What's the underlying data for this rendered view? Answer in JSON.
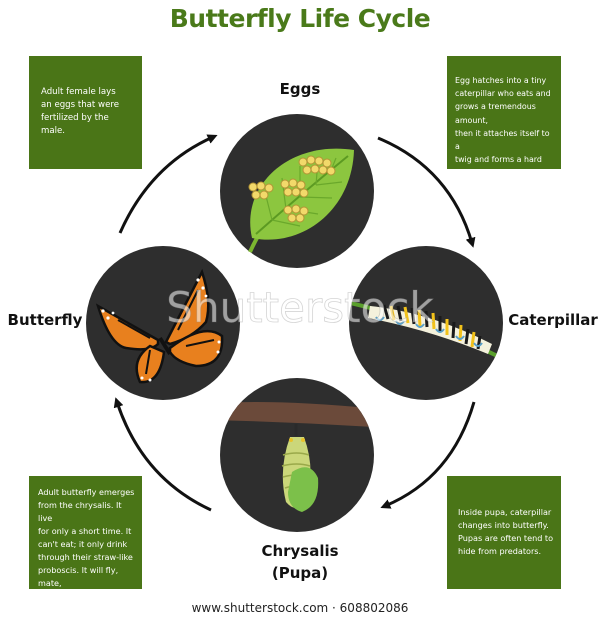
{
  "title": "Butterfly Life Cycle",
  "stages": {
    "eggs": "Eggs",
    "caterpillar": "Caterpillar",
    "chrysalis": "Chrysalis",
    "pupa": "(Pupa)",
    "butterfly": "Butterfly"
  },
  "descriptions": {
    "eggs": "Adult female lays\nan eggs that were\nfertilized by the\nmale.",
    "caterpillar": "Egg hatches into a tiny\ncaterpillar who eats and\ngrows a tremendous amount,\nthen it attaches itself to a\ntwig and forms a hard outer\nshell.",
    "chrysalis": "Inside pupa, caterpillar\nchanges into butterfly.\nPupas are often tend to\nhide from predators.",
    "butterfly": "Adult butterfly emerges\nfrom the chrysalis. It live\nfor only a short time. It\ncan't eat; it only drink\nthrough their straw-like\nproboscis. It will fly, mate,\nand reproduce."
  },
  "watermark": "Shutterstock",
  "footer": "www.shutterstock.com · 608802086",
  "colors": {
    "title_green": "#4a7a1a",
    "box_green": "#4a7517",
    "circle_dark": "#2e2e2e",
    "leaf_green": "#8cc63f",
    "monarch_orange": "#e8801e"
  },
  "icons": [
    "arrow-icon",
    "leaf-icon",
    "egg-cluster-icon",
    "caterpillar-icon",
    "chrysalis-icon",
    "butterfly-icon"
  ]
}
